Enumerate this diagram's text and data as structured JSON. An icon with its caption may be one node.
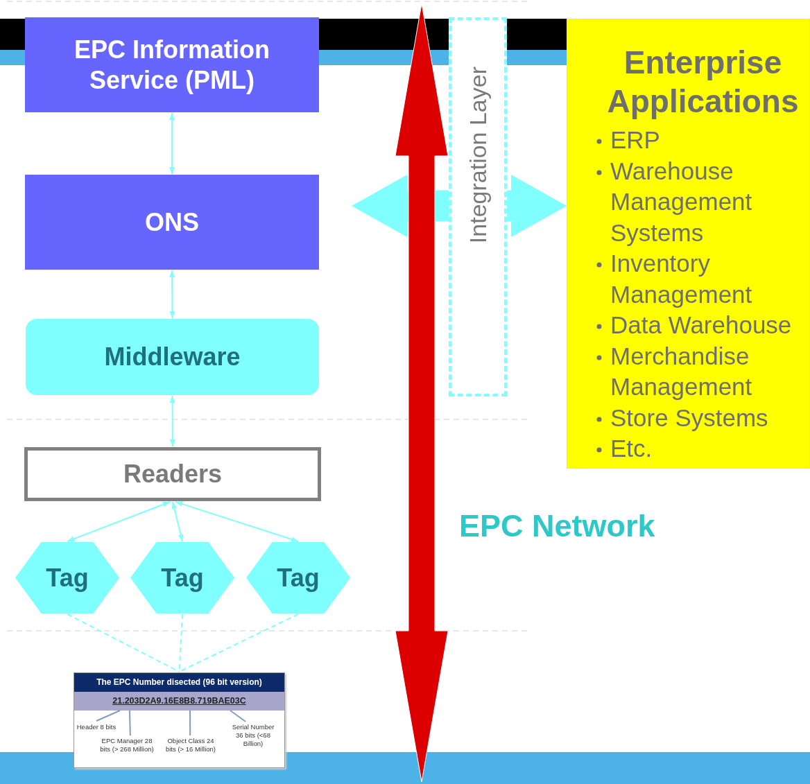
{
  "diagram": {
    "nodes": [
      {
        "text": [
          "EPC Information Service (PML)"
        ]
      },
      {
        "text": [
          "ONS"
        ]
      },
      {
        "text": [
          "Middleware"
        ]
      },
      {
        "text": [
          "Readers"
        ]
      },
      {
        "text": [
          "Tag"
        ]
      },
      {
        "text": [
          "Tag"
        ]
      },
      {
        "text": [
          "Tag"
        ]
      },
      {
        "text": [
          "The EPC Number disected (96 bit version)",
          "21.203D2A9.16E8B8.719BAE03C"
        ]
      },
      {
        "text": [
          "Header 8 bits"
        ],
        "in": 7
      },
      {
        "text": [
          "EPC Manager 28 bits (> 268 Million)"
        ],
        "in": 7
      },
      {
        "text": [
          "Object Class 24 bits (> 16 Million)"
        ],
        "in": 7
      },
      {
        "text": [
          "Serial Number 36 bits (<68 Billion)"
        ],
        "in": 7
      },
      {
        "text": [
          "Integration Layer"
        ]
      },
      {
        "text": [
          "Enterprise Applications",
          "ERP",
          "Warehouse Management Systems",
          "Inventory Management",
          "Data Warehouse",
          "Merchandise Management",
          "Store Systems",
          "Etc."
        ]
      }
    ],
    "edges": [
      {
        "from": 0,
        "to": 1,
        "arrow": "both"
      },
      {
        "from": 1,
        "to": 2,
        "arrow": "both"
      },
      {
        "from": 2,
        "to": 3,
        "arrow": "both"
      },
      {
        "from": 3,
        "to": 4,
        "arrow": "both"
      },
      {
        "from": 3,
        "to": 5,
        "arrow": "both"
      },
      {
        "from": 3,
        "to": 6,
        "arrow": "both"
      },
      {
        "from": 4,
        "to": 7,
        "arrow": "none",
        "style": "dashed"
      },
      {
        "from": 5,
        "to": 7,
        "arrow": "none",
        "style": "dashed"
      },
      {
        "from": 6,
        "to": 7,
        "arrow": "none",
        "style": "dashed"
      },
      {
        "from": 8,
        "to": null,
        "arrow": "none",
        "color": "#7f9fbf"
      },
      {
        "from": 9,
        "to": null,
        "arrow": "none",
        "color": "#7f9fbf"
      },
      {
        "from": 10,
        "to": null,
        "arrow": "none",
        "color": "#7f9fbf"
      },
      {
        "from": 11,
        "to": null,
        "arrow": "none",
        "color": "#7f9fbf"
      },
      {
        "from": 12,
        "to": 13,
        "arrow": "both",
        "style": "thick"
      }
    ],
    "labels": [
      "EPC Network"
    ]
  }
}
